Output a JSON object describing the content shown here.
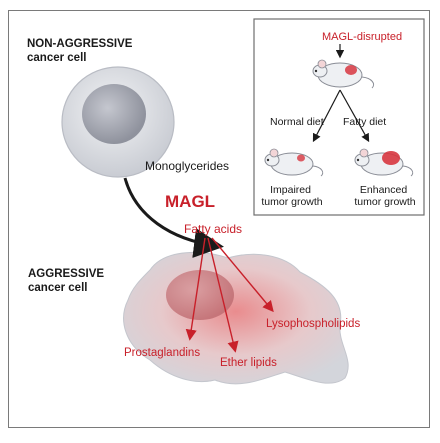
{
  "cells": {
    "non_aggressive_label": [
      "NON-AGGRESSIVE",
      "cancer cell"
    ],
    "aggressive_label": [
      "AGGRESSIVE",
      "cancer cell"
    ]
  },
  "pathway": {
    "substrate": "Monoglycerides",
    "enzyme": "MAGL",
    "product": "Fatty acids",
    "lipids": {
      "prostaglandins": "Prostaglandins",
      "ether_lipids": "Ether lipids",
      "lysophospholipids": "Lysophospholipids"
    }
  },
  "inset": {
    "title": "MAGL-disrupted",
    "branch_left": "Normal diet",
    "branch_right": "Fatty diet",
    "outcome_left": [
      "Impaired",
      "tumor growth"
    ],
    "outcome_right": [
      "Enhanced",
      "tumor growth"
    ]
  },
  "colors": {
    "red": "#c8202a",
    "dark": "#1a1a1a",
    "cell_gray": "#d9dbe0",
    "nucleus_gray": "#a9abb6"
  }
}
